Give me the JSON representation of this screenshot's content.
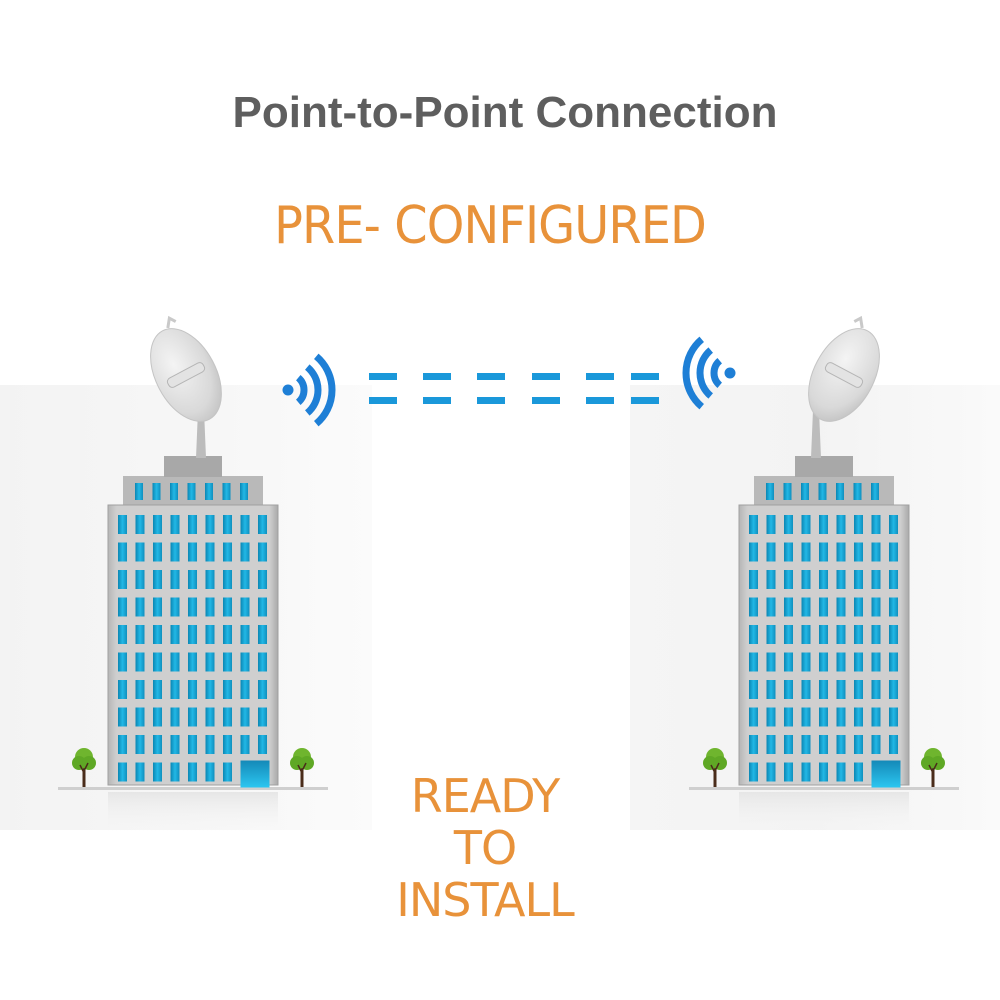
{
  "title": "Point-to-Point Connection",
  "tagline": "PRE- CONFIGURED",
  "footer_lines": [
    "READY",
    "TO",
    "INSTALL"
  ],
  "colors": {
    "title": "#5e5e5e",
    "accent_orange": "#e8923a",
    "signal_blue": "#1e7fd6",
    "link_dash_blue": "#1a98da",
    "window_blue": "#1aa6d6",
    "building_gray": "#c6c6c6",
    "tree_green": "#6fb52e"
  },
  "diagram": {
    "endpoints": [
      {
        "name": "left-site",
        "device": "dish-antenna",
        "building": "office-tower"
      },
      {
        "name": "right-site",
        "device": "dish-antenna",
        "building": "office-tower"
      }
    ],
    "link_type": "wireless point-to-point",
    "signal_icons": [
      "wifi-signal-right",
      "wifi-signal-left"
    ]
  }
}
